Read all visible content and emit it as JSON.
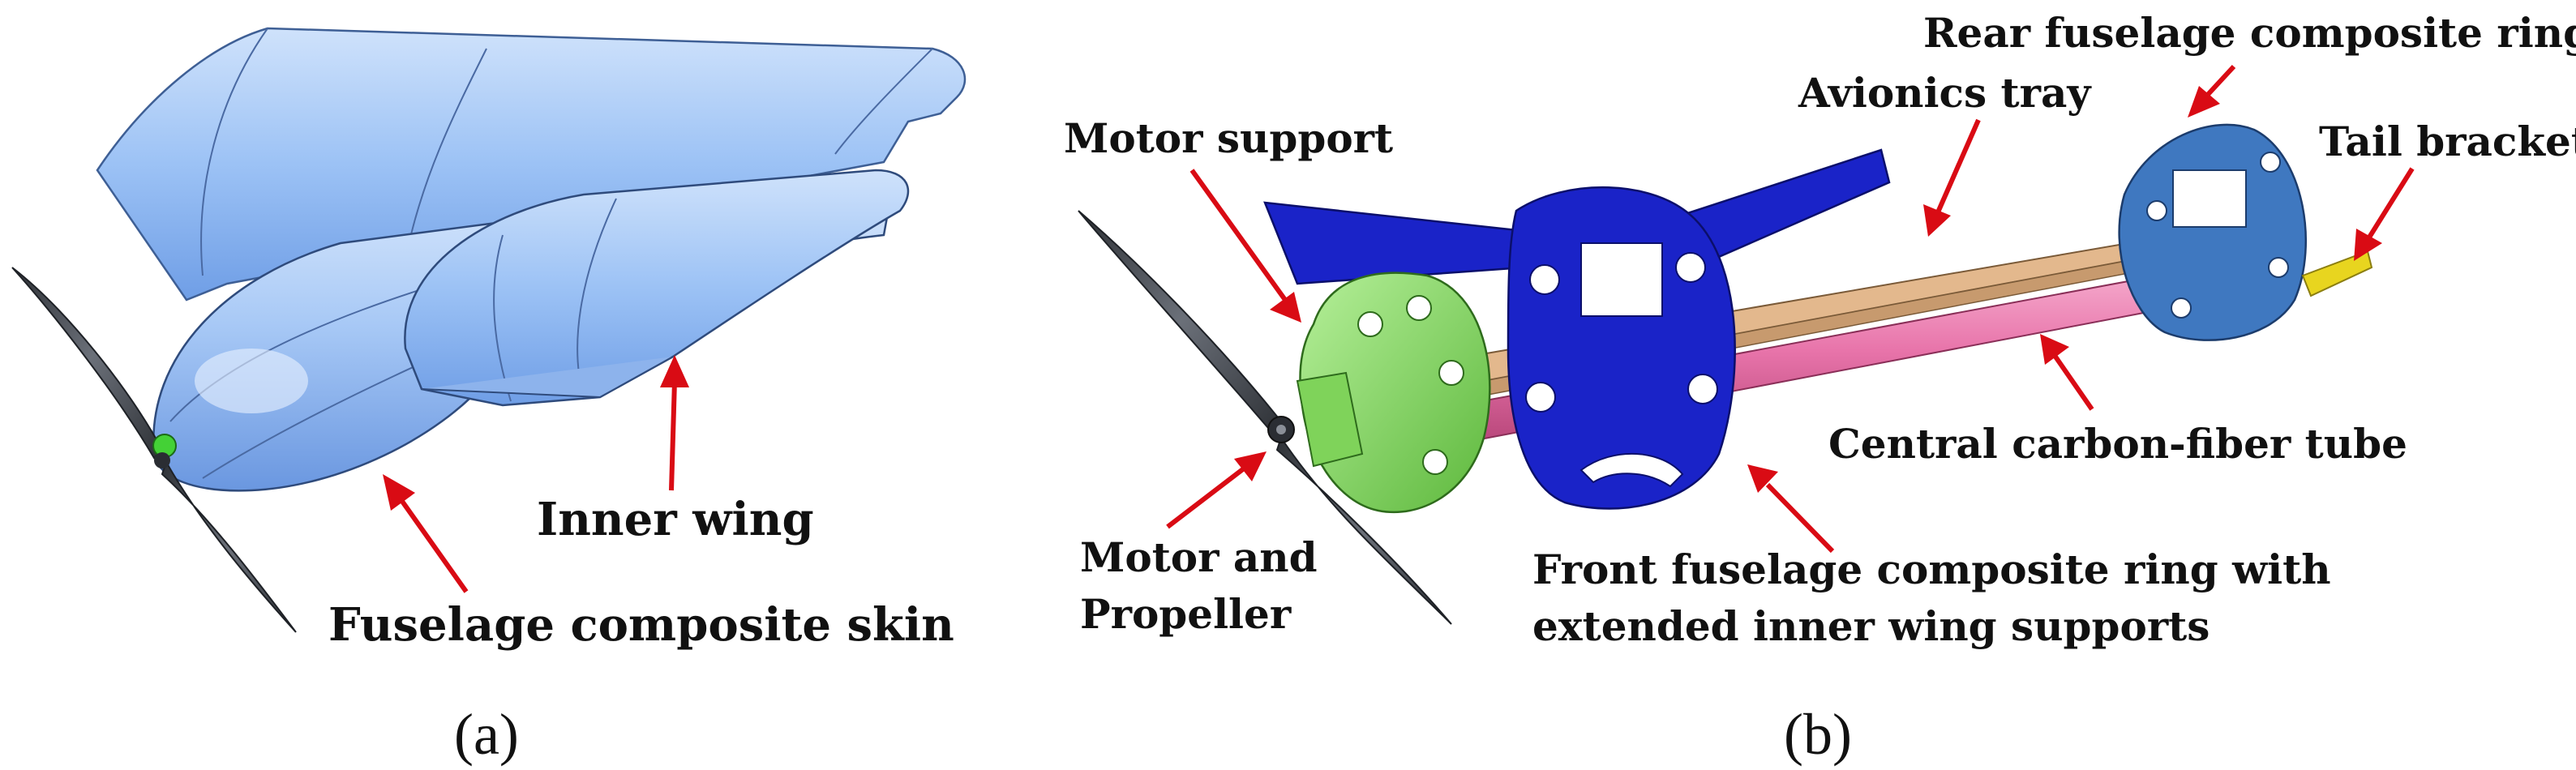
{
  "panels": {
    "a": {
      "tag": "(a)",
      "labels": {
        "inner_wing": "Inner wing",
        "fuselage_skin": "Fuselage composite skin"
      }
    },
    "b": {
      "tag": "(b)",
      "labels": {
        "rear_ring": "Rear fuselage composite ring",
        "avionics_tray": "Avionics tray",
        "tail_bracket": "Tail bracket",
        "motor_support": "Motor support",
        "central_tube": "Central carbon-fiber tube",
        "motor_propeller_line1": "Motor and",
        "motor_propeller_line2": "Propeller",
        "front_ring_line1": "Front fuselage composite ring with",
        "front_ring_line2": "extended inner wing supports"
      }
    }
  },
  "colors": {
    "arrow": "#d90b14",
    "skin": "#9cc2f5",
    "ring_front": "#1a23c8",
    "ring_rear": "#3f78c0",
    "motor_support": "#7fd35a",
    "tray": "#e3b88d",
    "tube": "#e874aa",
    "tail_bracket": "#e8d51f",
    "propeller": "#4a4e55"
  }
}
